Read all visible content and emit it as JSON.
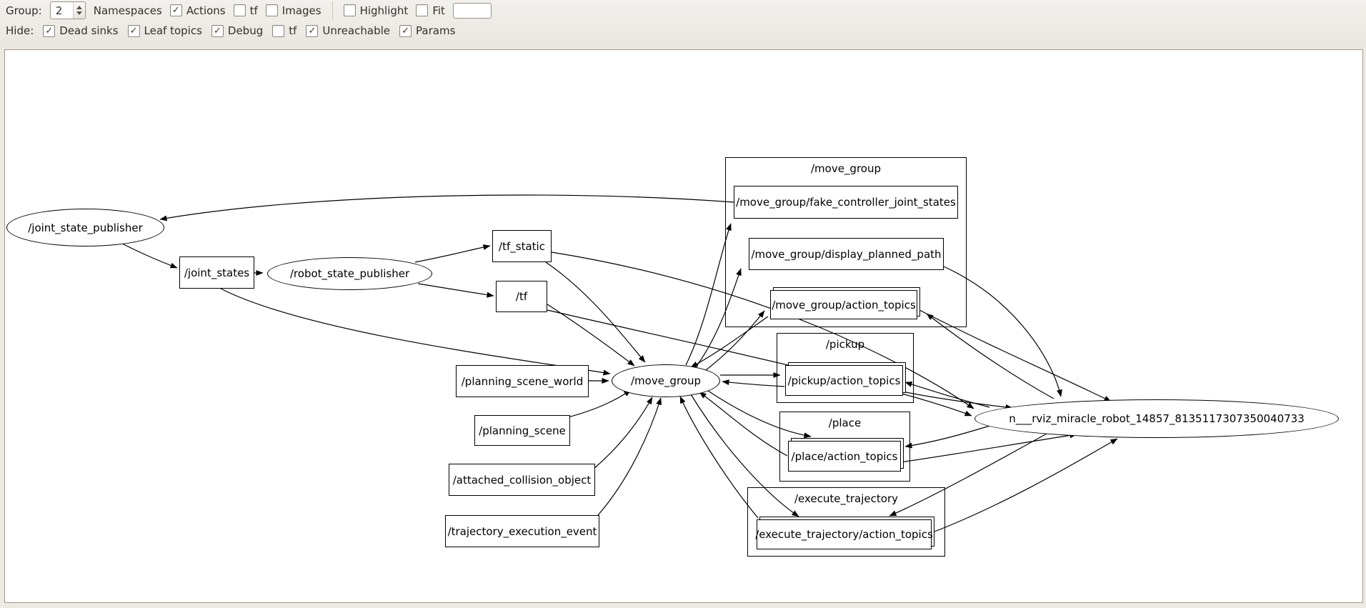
{
  "toolbar": {
    "row1": {
      "group_label": "Group:",
      "group_value": "2",
      "namespaces_label": "Namespaces",
      "actions": {
        "label": "Actions",
        "checked": true
      },
      "tf": {
        "label": "tf",
        "checked": false
      },
      "images": {
        "label": "Images",
        "checked": false
      },
      "highlight": {
        "label": "Highlight",
        "checked": false
      },
      "fit": {
        "label": "Fit",
        "checked": false
      },
      "filter_value": ""
    },
    "row2": {
      "hide_label": "Hide:",
      "dead_sinks": {
        "label": "Dead sinks",
        "checked": true
      },
      "leaf_topics": {
        "label": "Leaf topics",
        "checked": true
      },
      "debug": {
        "label": "Debug",
        "checked": true
      },
      "tf": {
        "label": "tf",
        "checked": false
      },
      "unreachable": {
        "label": "Unreachable",
        "checked": true
      },
      "params": {
        "label": "Params",
        "checked": true
      }
    }
  },
  "graph": {
    "nodes": {
      "joint_state_publisher": "/joint_state_publisher",
      "joint_states": "/joint_states",
      "robot_state_publisher": "/robot_state_publisher",
      "tf_static": "/tf_static",
      "tf": "/tf",
      "planning_scene_world": "/planning_scene_world",
      "move_group": "/move_group",
      "planning_scene": "/planning_scene",
      "attached_collision_object": "/attached_collision_object",
      "trajectory_execution_event": "/trajectory_execution_event",
      "move_group_fake_controller_joint_states": "/move_group/fake_controller_joint_states",
      "move_group_display_planned_path": "/move_group/display_planned_path",
      "move_group_action_topics": "/move_group/action_topics",
      "pickup_action_topics": "/pickup/action_topics",
      "place_action_topics": "/place/action_topics",
      "execute_trajectory_action_topics": "/execute_trajectory/action_topics",
      "rviz": "n___rviz_miracle_robot_14857_8135117307350040733"
    },
    "clusters": {
      "move_group": "/move_group",
      "pickup": "/pickup",
      "place": "/place",
      "execute_trajectory": "/execute_trajectory"
    },
    "edges": [
      {
        "from": "/move_group/fake_controller_joint_states",
        "to": "/joint_state_publisher"
      },
      {
        "from": "/joint_state_publisher",
        "to": "/joint_states"
      },
      {
        "from": "/joint_states",
        "to": "/robot_state_publisher"
      },
      {
        "from": "/joint_states",
        "to": "/move_group"
      },
      {
        "from": "/robot_state_publisher",
        "to": "/tf_static"
      },
      {
        "from": "/robot_state_publisher",
        "to": "/tf"
      },
      {
        "from": "/tf_static",
        "to": "/move_group"
      },
      {
        "from": "/tf",
        "to": "/move_group"
      },
      {
        "from": "/tf_static",
        "to": "n___rviz_miracle_robot_14857_8135117307350040733"
      },
      {
        "from": "/tf",
        "to": "n___rviz_miracle_robot_14857_8135117307350040733"
      },
      {
        "from": "/planning_scene_world",
        "to": "/move_group"
      },
      {
        "from": "/planning_scene",
        "to": "/move_group"
      },
      {
        "from": "/attached_collision_object",
        "to": "/move_group"
      },
      {
        "from": "/trajectory_execution_event",
        "to": "/move_group"
      },
      {
        "from": "/move_group",
        "to": "/move_group/fake_controller_joint_states"
      },
      {
        "from": "/move_group",
        "to": "/move_group/display_planned_path"
      },
      {
        "from": "/move_group/display_planned_path",
        "to": "n___rviz_miracle_robot_14857_8135117307350040733"
      },
      {
        "from": "/move_group",
        "to": "/move_group/action_topics"
      },
      {
        "from": "/move_group/action_topics",
        "to": "/move_group"
      },
      {
        "from": "/move_group/action_topics",
        "to": "n___rviz_miracle_robot_14857_8135117307350040733"
      },
      {
        "from": "n___rviz_miracle_robot_14857_8135117307350040733",
        "to": "/move_group/action_topics"
      },
      {
        "from": "/move_group",
        "to": "/pickup/action_topics"
      },
      {
        "from": "/pickup/action_topics",
        "to": "/move_group"
      },
      {
        "from": "n___rviz_miracle_robot_14857_8135117307350040733",
        "to": "/pickup/action_topics"
      },
      {
        "from": "/pickup/action_topics",
        "to": "n___rviz_miracle_robot_14857_8135117307350040733"
      },
      {
        "from": "/move_group",
        "to": "/place/action_topics"
      },
      {
        "from": "/place/action_topics",
        "to": "/move_group"
      },
      {
        "from": "n___rviz_miracle_robot_14857_8135117307350040733",
        "to": "/place/action_topics"
      },
      {
        "from": "/place/action_topics",
        "to": "n___rviz_miracle_robot_14857_8135117307350040733"
      },
      {
        "from": "/move_group",
        "to": "/execute_trajectory/action_topics"
      },
      {
        "from": "/execute_trajectory/action_topics",
        "to": "/move_group"
      },
      {
        "from": "n___rviz_miracle_robot_14857_8135117307350040733",
        "to": "/execute_trajectory/action_topics"
      },
      {
        "from": "/execute_trajectory/action_topics",
        "to": "n___rviz_miracle_robot_14857_8135117307350040733"
      }
    ]
  }
}
